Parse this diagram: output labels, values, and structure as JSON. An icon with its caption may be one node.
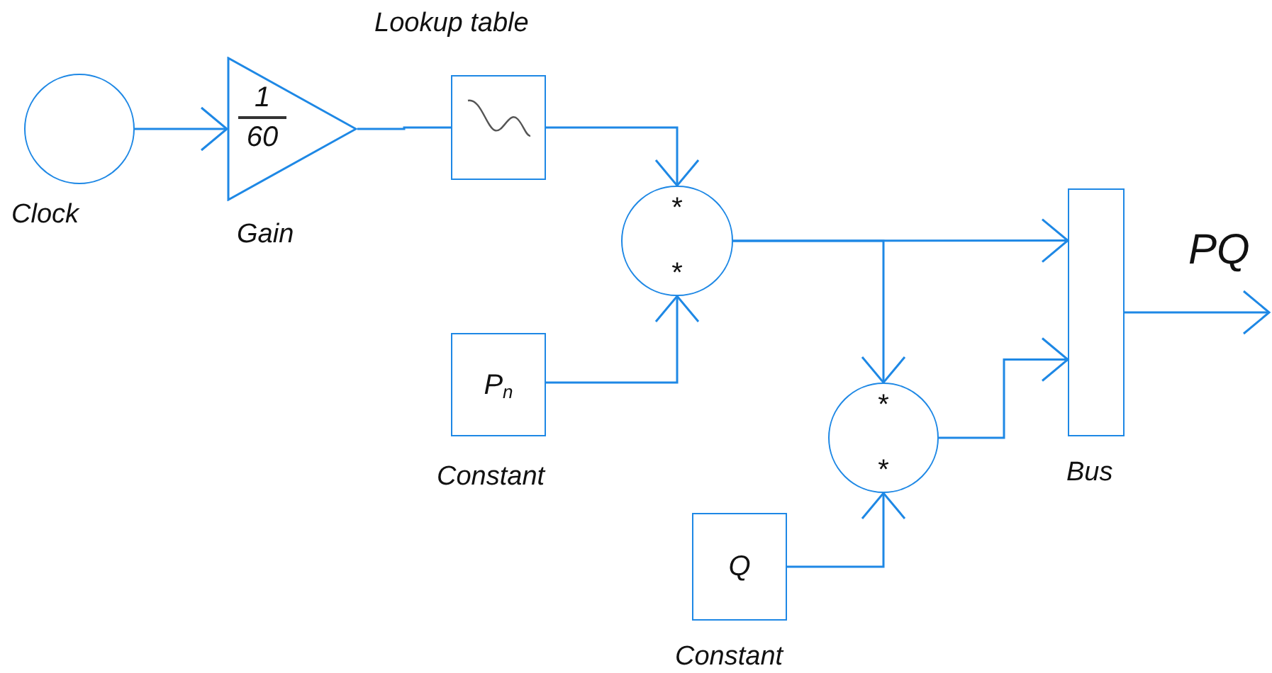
{
  "diagram": {
    "nodes": [
      {
        "text": [],
        "shape": "circle",
        "beside": [
          "Clock"
        ]
      },
      {
        "text": [
          "1",
          "60"
        ],
        "beside": [
          "Gain"
        ]
      },
      {
        "text": [],
        "shape": "box",
        "beside": [
          "Lookup table"
        ]
      },
      {
        "text": [
          "*",
          "*"
        ]
      },
      {
        "text": [
          "P$_{n}$"
        ],
        "beside": [
          "Constant"
        ]
      },
      {
        "text": [
          "*",
          "*"
        ]
      },
      {
        "text": [
          "Q"
        ],
        "beside": [
          "Constant"
        ]
      },
      {
        "text": [],
        "shape": "bar",
        "beside": [
          "Bus"
        ]
      }
    ],
    "edges": [
      {
        "from": 0,
        "to": 1,
        "arrow": "to"
      },
      {
        "from": 1,
        "to": 2,
        "arrow": "none"
      },
      {
        "from": 2,
        "to": 3,
        "arrow": "to"
      },
      {
        "from": 4,
        "to": 3,
        "arrow": "to"
      },
      {
        "from": 3,
        "to": 7,
        "arrow": "to"
      },
      {
        "from": 3,
        "to": 5,
        "arrow": "to"
      },
      {
        "from": 5,
        "to": 7,
        "arrow": "to"
      },
      {
        "from": 6,
        "to": 5,
        "arrow": "to"
      },
      {
        "from": 7,
        "to": null,
        "arrow": "to",
        "label": "PQ"
      }
    ]
  }
}
